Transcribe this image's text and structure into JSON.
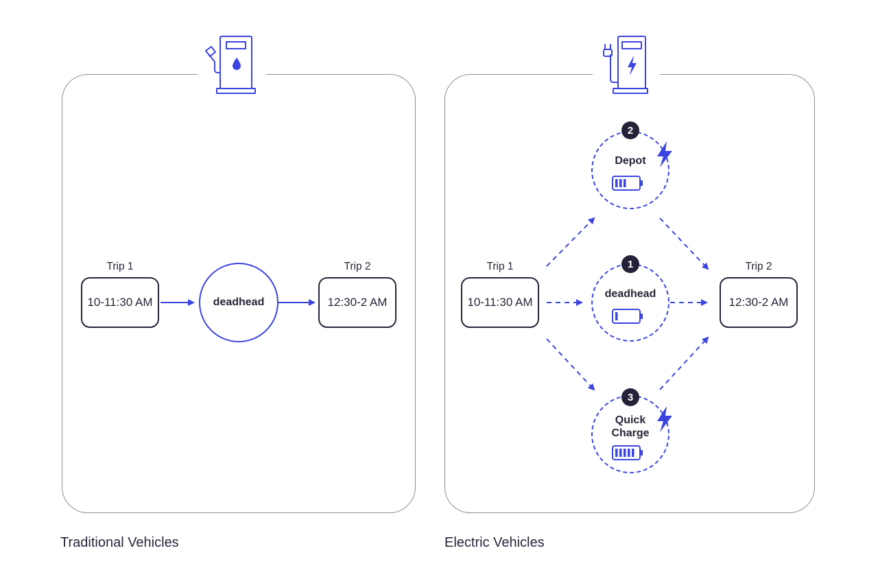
{
  "colors": {
    "accent_blue": "#3a44e0",
    "dark_text": "#262538",
    "frame_gray": "#8e8e96",
    "badge_dark": "#232238"
  },
  "traditional": {
    "icon": "fuel-pump-icon",
    "trip1": {
      "label": "Trip 1",
      "time": "10-11:30 AM"
    },
    "node": {
      "label": "deadhead"
    },
    "trip2": {
      "label": "Trip 2",
      "time": "12:30-2 AM"
    },
    "caption": "Traditional Vehicles"
  },
  "electric": {
    "icon": "ev-charger-icon",
    "trip1": {
      "label": "Trip 1",
      "time": "10-11:30 AM"
    },
    "trip2": {
      "label": "Trip 2",
      "time": "12:30-2 AM"
    },
    "options": [
      {
        "number": "2",
        "label": "Depot",
        "charge_bars": 3,
        "max_bars": 6,
        "lightning": true
      },
      {
        "number": "1",
        "label": "deadhead",
        "charge_bars": 1,
        "max_bars": 6,
        "lightning": false
      },
      {
        "number": "3",
        "label": "Quick Charge",
        "charge_bars": 5,
        "max_bars": 6,
        "lightning": true
      }
    ],
    "caption": "Electric Vehicles"
  }
}
